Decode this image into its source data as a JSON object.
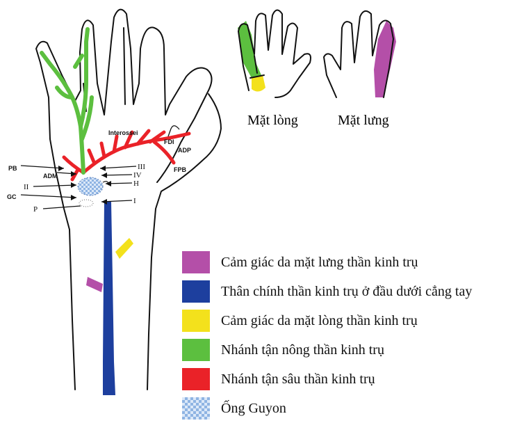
{
  "colors": {
    "dorsal_sensory": "#b44fa8",
    "main_trunk": "#1d3f9e",
    "palmar_sensory": "#f3e11c",
    "superficial_branch": "#5cbf3f",
    "deep_branch": "#ea2228",
    "guyon_canal": "#bcd4f0",
    "outline": "#111111"
  },
  "views": {
    "palmar_label": "Mặt lòng",
    "dorsal_label": "Mặt lưng"
  },
  "anatomy_labels": {
    "interossei": "Interossei",
    "fdi": "FDI",
    "adp": "ADP",
    "fpb": "FPB",
    "pb": "PB",
    "adm": "ADM",
    "gc": "GC",
    "zone_i": "I",
    "zone_ii": "II",
    "zone_iii": "III",
    "zone_iv": "IV",
    "h": "H",
    "p": "P"
  },
  "legend": [
    {
      "label": "Cảm giác da mặt lưng thần kinh trụ",
      "color": "#b44fa8",
      "icon": "solid-swatch"
    },
    {
      "label": "Thân chính thần kinh trụ ở đầu dưới cẳng tay",
      "color": "#1d3f9e",
      "icon": "solid-swatch"
    },
    {
      "label": "Cảm giác da mặt lòng thần kinh trụ",
      "color": "#f3e11c",
      "icon": "solid-swatch"
    },
    {
      "label": "Nhánh tận nông thần kinh trụ",
      "color": "#5cbf3f",
      "icon": "solid-swatch"
    },
    {
      "label": "Nhánh tận sâu thần kinh trụ",
      "color": "#ea2228",
      "icon": "solid-swatch"
    },
    {
      "label": "Ống Guyon",
      "color": "#bcd4f0",
      "icon": "checkered-swatch"
    }
  ]
}
